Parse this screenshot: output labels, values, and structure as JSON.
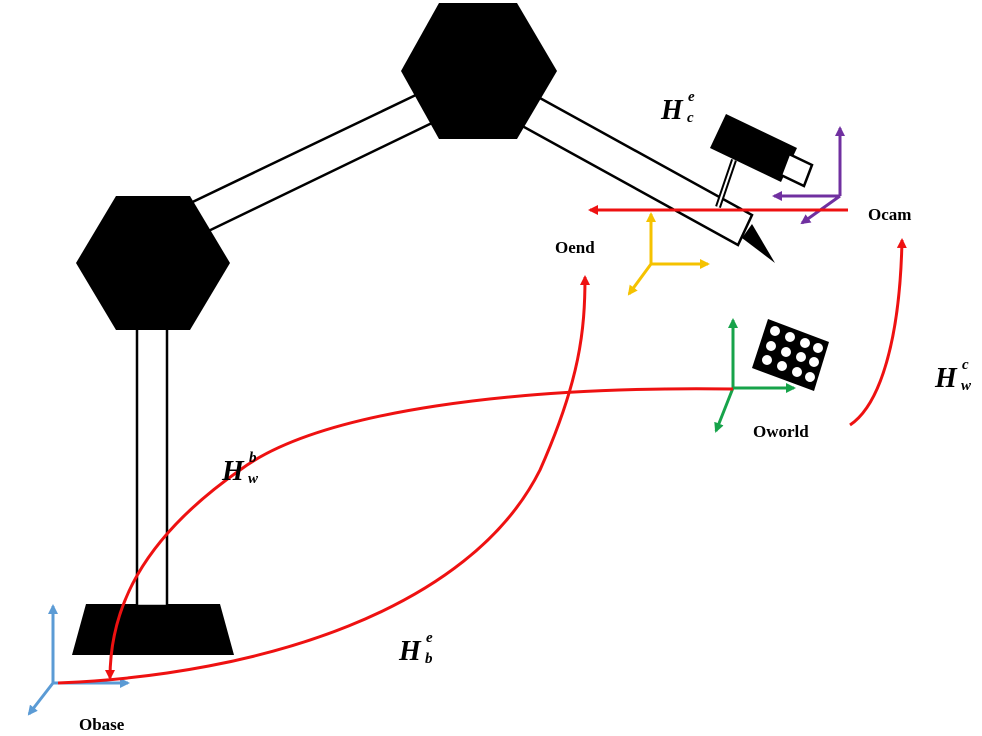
{
  "labels": {
    "obase": "Obase",
    "oend": "Oend",
    "ocam": "Ocam",
    "oworld": "Oworld"
  },
  "transforms": {
    "hwb": {
      "main": "H",
      "sup": "b",
      "sub": "w"
    },
    "hce": {
      "main": "H",
      "sup": "e",
      "sub": "c"
    },
    "hwc": {
      "main": "H",
      "sup": "c",
      "sub": "w"
    },
    "hbe": {
      "main": "H",
      "sup": "e",
      "sub": "b"
    }
  },
  "colors": {
    "arm": "#000000",
    "transform_arrow": "#ee1111",
    "base_frame": "#5b9bd5",
    "end_frame": "#f5c200",
    "camera_frame": "#7030a0",
    "world_frame": "#17a34a"
  }
}
